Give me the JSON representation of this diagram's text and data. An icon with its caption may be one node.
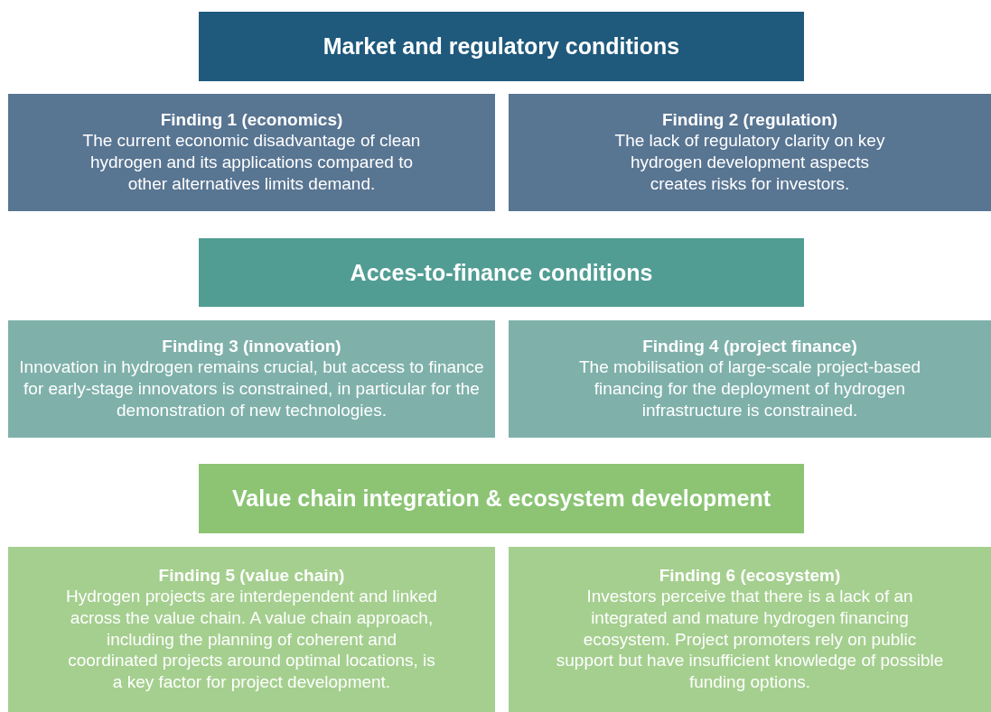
{
  "diagram": {
    "nodes": [
      {
        "text": [
          "Market and regulatory conditions"
        ]
      },
      {
        "text": [
          "Finding 1 (economics)",
          "The current economic disadvantage of clean hydrogen and its applications compared to other alternatives limits demand."
        ]
      },
      {
        "text": [
          "Finding 2 (regulation)",
          "The lack of regulatory clarity on key hydrogen development aspects creates risks for investors."
        ]
      },
      {
        "text": [
          "Acces-to-finance conditions"
        ]
      },
      {
        "text": [
          "Finding 3 (innovation)",
          "Innovation in hydrogen remains crucial, but access to finance for early-stage innovators is constrained, in particular for the demonstration of new technologies."
        ]
      },
      {
        "text": [
          "Finding 4 (project finance)",
          "The mobilisation of large-scale project-based financing for the deployment of hydrogen infrastructure is constrained."
        ]
      },
      {
        "text": [
          "Value chain integration & ecosystem development"
        ]
      },
      {
        "text": [
          "Finding 5 (value chain)",
          "Hydrogen projects are interdependent and linked across the value chain. A value chain approach, including the planning of coherent and coordinated projects around optimal locations, is a key factor for project development."
        ]
      },
      {
        "text": [
          "Finding 6 (ecosystem)",
          "Investors perceive that there is a lack of an integrated and mature hydrogen financing ecosystem. Project promoters rely on public support but have insufficient knowledge of possible funding options."
        ]
      }
    ]
  }
}
